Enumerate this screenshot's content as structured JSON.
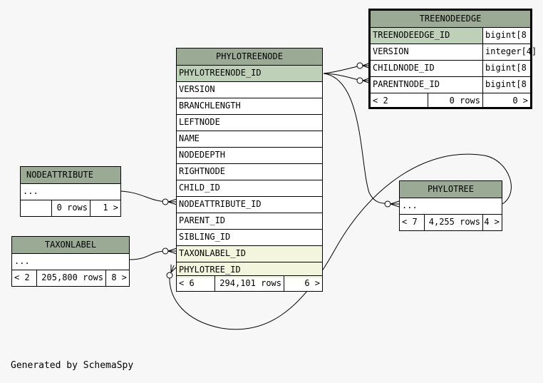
{
  "footer": "Generated by SchemaSpy",
  "colors": {
    "header": "#9baa94",
    "primary_key": "#bed1b8",
    "foreign_key": "#f3f5dd"
  },
  "tables": {
    "treenodeedge": {
      "name": "TREENODEEDGE",
      "columns": [
        {
          "name": "TREENODEEDGE_ID",
          "type": "bigint[8"
        },
        {
          "name": "VERSION",
          "type": "integer[4]"
        },
        {
          "name": "CHILDNODE_ID",
          "type": "bigint[8"
        },
        {
          "name": "PARENTNODE_ID",
          "type": "bigint[8"
        }
      ],
      "footer": {
        "parents": "< 2",
        "rows": "0 rows",
        "children": "0 >"
      }
    },
    "phylotreenode": {
      "name": "PHYLOTREENODE",
      "columns": [
        "PHYLOTREENODE_ID",
        "VERSION",
        "BRANCHLENGTH",
        "LEFTNODE",
        "NAME",
        "NODEDEPTH",
        "RIGHTNODE",
        "CHILD_ID",
        "NODEATTRIBUTE_ID",
        "PARENT_ID",
        "SIBLING_ID",
        "TAXONLABEL_ID",
        "PHYLOTREE_ID"
      ],
      "footer": {
        "parents": "< 6",
        "rows": "294,101 rows",
        "children": "6 >"
      }
    },
    "nodeattribute": {
      "name": "NODEATTRIBUTE",
      "columns": [
        "..."
      ],
      "footer": {
        "parents": "",
        "rows": "0 rows",
        "children": "1 >"
      }
    },
    "taxonlabel": {
      "name": "TAXONLABEL",
      "columns": [
        "..."
      ],
      "footer": {
        "parents": "< 2",
        "rows": "205,800 rows",
        "children": "8 >"
      }
    },
    "phylotree": {
      "name": "PHYLOTREE",
      "columns": [
        "..."
      ],
      "footer": {
        "parents": "< 7",
        "rows": "4,255 rows",
        "children": "4 >"
      }
    }
  }
}
